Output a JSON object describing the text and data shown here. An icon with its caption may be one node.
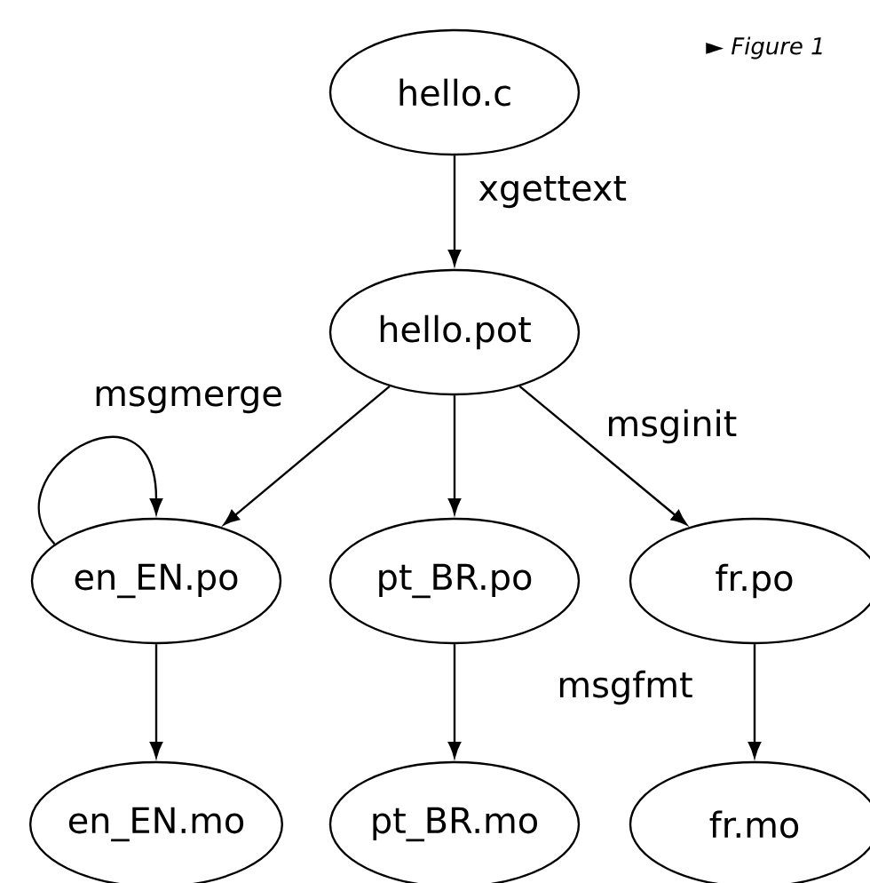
{
  "diagram": {
    "nodes": [
      {
        "text": [
          "hello.c"
        ]
      },
      {
        "text": [
          "hello.pot"
        ]
      },
      {
        "text": [
          "en_EN.po"
        ]
      },
      {
        "text": [
          "pt_BR.po"
        ]
      },
      {
        "text": [
          "fr.po"
        ]
      },
      {
        "text": [
          "en_EN.mo"
        ]
      },
      {
        "text": [
          "pt_BR.mo"
        ]
      },
      {
        "text": [
          "fr.mo"
        ]
      }
    ],
    "edges": [
      {
        "from": 0,
        "to": 1,
        "arrow": "to",
        "label": "xgettext"
      },
      {
        "from": 1,
        "to": 2,
        "arrow": "to"
      },
      {
        "from": 1,
        "to": 3,
        "arrow": "to"
      },
      {
        "from": 1,
        "to": 4,
        "arrow": "to",
        "label": "msginit"
      },
      {
        "from": 2,
        "to": 2,
        "arrow": "to",
        "label": "msgmerge"
      },
      {
        "from": 2,
        "to": 5,
        "arrow": "to"
      },
      {
        "from": 3,
        "to": 6,
        "arrow": "to"
      },
      {
        "from": 4,
        "to": 7,
        "arrow": "to",
        "label": "msgfmt"
      }
    ],
    "labels": [
      "► Figure 1"
    ]
  }
}
